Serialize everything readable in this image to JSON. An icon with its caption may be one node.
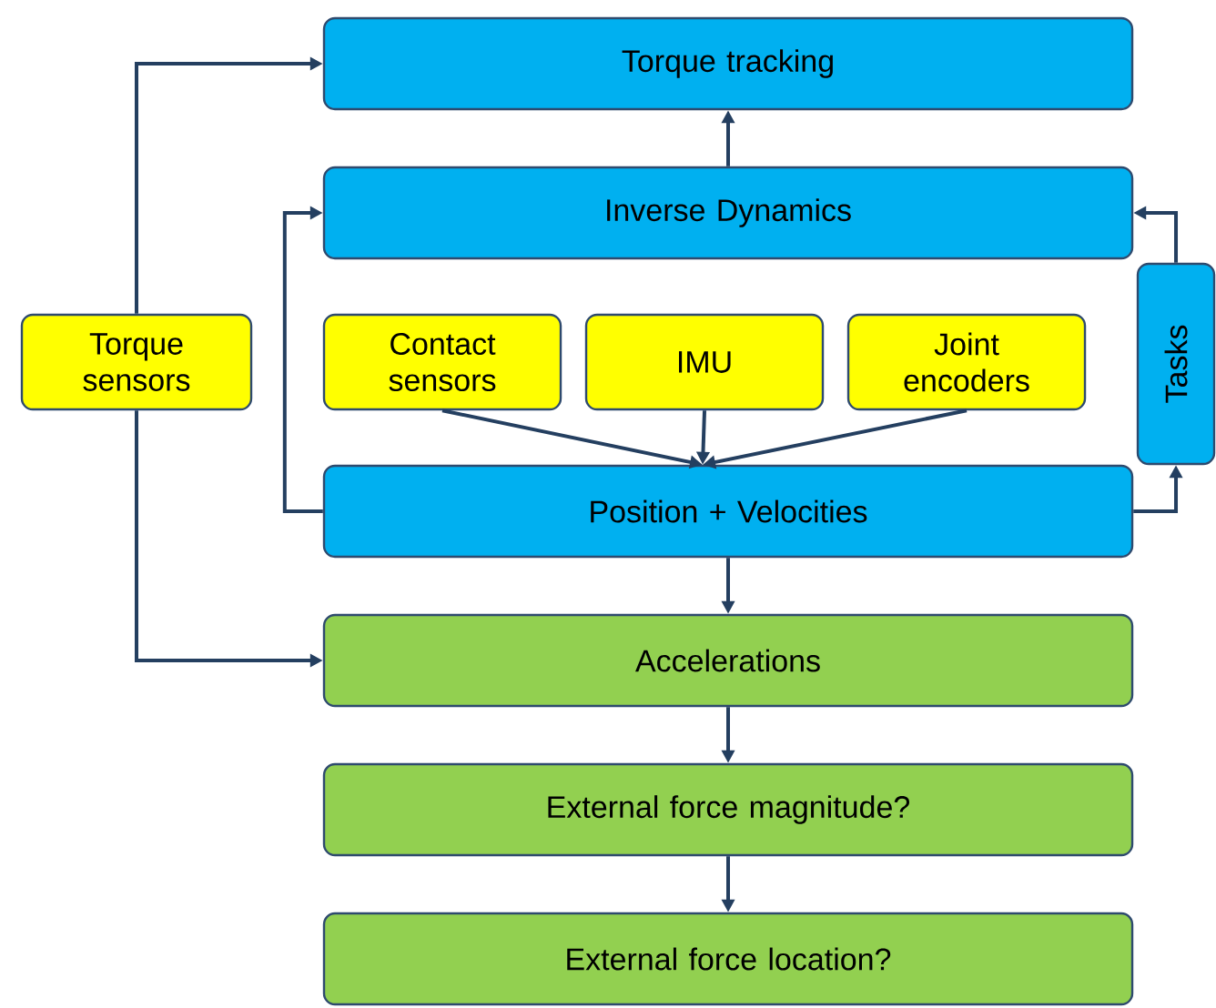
{
  "diagram": {
    "nodes": [
      {
        "text": [
          "Torque tracking"
        ]
      },
      {
        "text": [
          "Inverse Dynamics"
        ]
      },
      {
        "text": [
          "Contact sensors"
        ]
      },
      {
        "text": [
          "IMU"
        ]
      },
      {
        "text": [
          "Joint encoders"
        ]
      },
      {
        "text": [
          "Position + Velocities"
        ]
      },
      {
        "text": [
          "Tasks"
        ]
      },
      {
        "text": [
          "Torque sensors"
        ]
      },
      {
        "text": [
          "Accelerations"
        ]
      },
      {
        "text": [
          "External force magnitude?"
        ]
      },
      {
        "text": [
          "External force location?"
        ]
      }
    ],
    "edges": [
      {
        "from": 1,
        "to": 0,
        "arrow": "to"
      },
      {
        "from": 2,
        "to": 5,
        "arrow": "to"
      },
      {
        "from": 3,
        "to": 5,
        "arrow": "to"
      },
      {
        "from": 4,
        "to": 5,
        "arrow": "to"
      },
      {
        "from": 5,
        "to": 1,
        "arrow": "to"
      },
      {
        "from": 5,
        "to": 6,
        "arrow": "to"
      },
      {
        "from": 6,
        "to": 1,
        "arrow": "to"
      },
      {
        "from": 7,
        "to": 0,
        "arrow": "to"
      },
      {
        "from": 7,
        "to": 8,
        "arrow": "to"
      },
      {
        "from": 5,
        "to": 8,
        "arrow": "to"
      },
      {
        "from": 8,
        "to": 9,
        "arrow": "to"
      },
      {
        "from": 9,
        "to": 10,
        "arrow": "to"
      }
    ]
  }
}
